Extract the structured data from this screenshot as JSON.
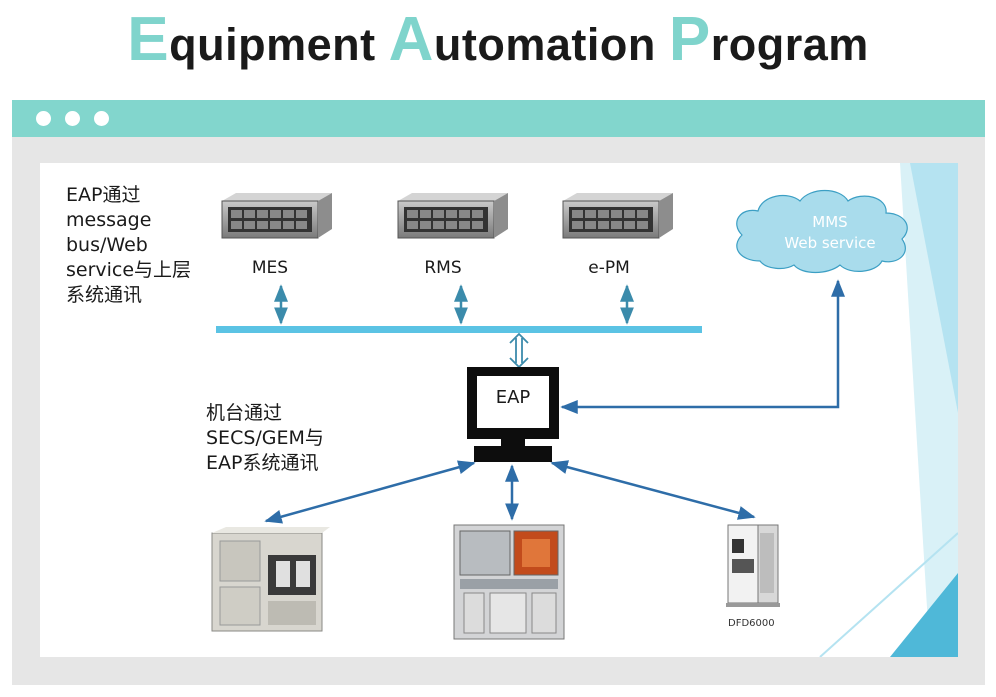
{
  "title": {
    "w1_cap": "E",
    "w1_rest": "quipment ",
    "w2_cap": "A",
    "w2_rest": "utomation ",
    "w3_cap": "P",
    "w3_rest": "rogram"
  },
  "notes": {
    "top": "EAP通过\nmessage\nbus/Web\nservice与上层\n系统通讯",
    "mid": "机台通过\nSECS/GEM与\nEAP系统通讯"
  },
  "servers": [
    {
      "name": "MES",
      "icon": "rack-server-icon"
    },
    {
      "name": "RMS",
      "icon": "rack-server-icon"
    },
    {
      "name": "e-PM",
      "icon": "rack-server-icon"
    }
  ],
  "cloud": {
    "line1": "MMS",
    "line2": "Web service"
  },
  "eap": {
    "label": "EAP",
    "icon": "monitor-icon"
  },
  "machines": [
    {
      "name": "",
      "icon": "equipment-icon"
    },
    {
      "name": "",
      "icon": "equipment-icon"
    },
    {
      "name": "DFD6000",
      "icon": "equipment-icon"
    }
  ],
  "colors": {
    "accent": "#82d6cd",
    "bus": "#5bc3e4",
    "arrow": "#2e6da8",
    "vertical_arrow": "#3b8bab",
    "cloud": "#a9dcec"
  }
}
